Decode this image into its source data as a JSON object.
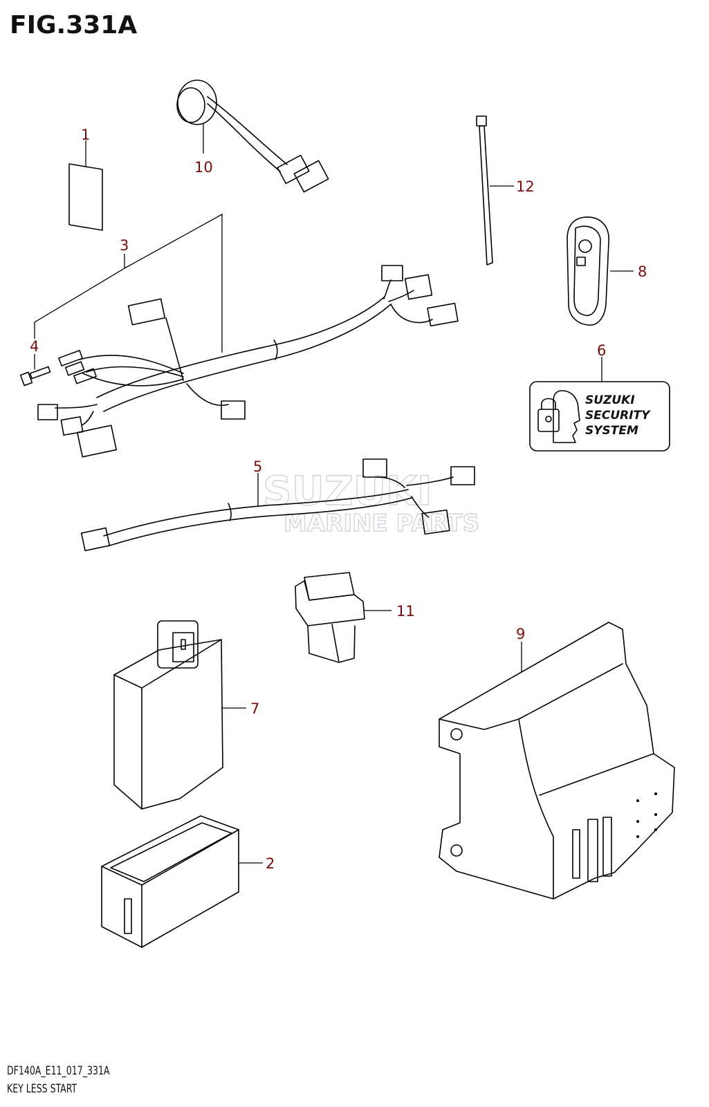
{
  "figure": {
    "title": "FIG.331A",
    "footer_code": "DF140A_E11_017_331A",
    "footer_name": "KEY LESS START"
  },
  "callouts": [
    "1",
    "2",
    "3",
    "4",
    "5",
    "6",
    "7",
    "8",
    "9",
    "10",
    "11",
    "12"
  ],
  "security_label": {
    "line1": "SUZUKI",
    "line2": "SECURITY",
    "line3": "SYSTEM"
  },
  "watermark": {
    "brand": "SUZUKI",
    "subtitle": "MARINE PARTS"
  },
  "colors": {
    "callout": "#7a0b0b",
    "line": "#000000",
    "watermark": "#cfd4da"
  }
}
